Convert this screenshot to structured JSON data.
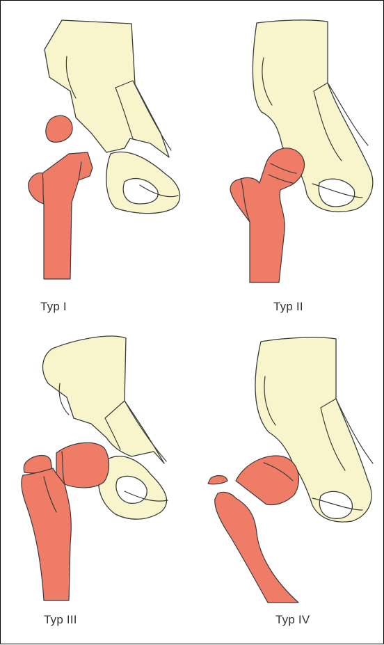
{
  "panels": [
    {
      "label": "Typ I"
    },
    {
      "label": "Typ II"
    },
    {
      "label": "Typ III"
    },
    {
      "label": "Typ IV"
    }
  ],
  "colors": {
    "bone": "#f8f4cc",
    "fracture_fragment": "#ef7c67",
    "outline": "#3a3a3a"
  }
}
